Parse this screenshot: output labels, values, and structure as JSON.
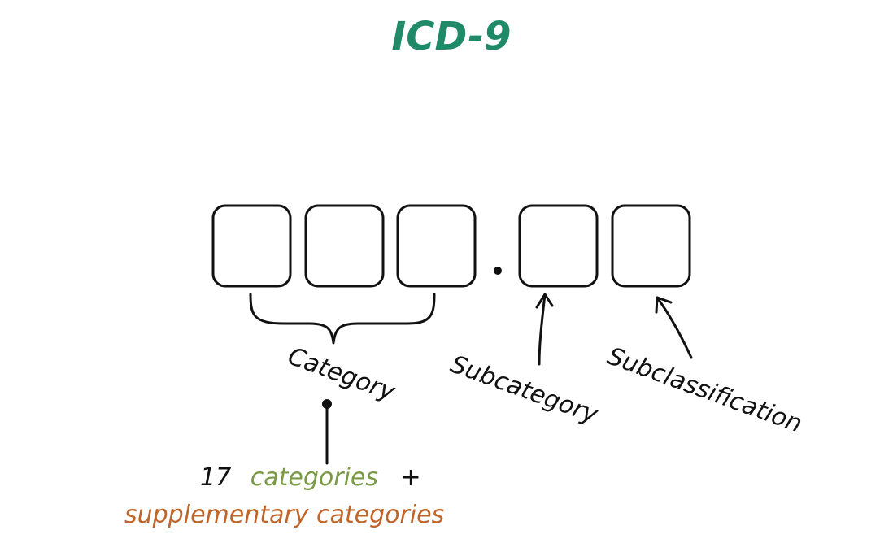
{
  "title": {
    "text": "ICD-9",
    "color": "#1e8a67"
  },
  "code_format": {
    "boxes": [
      {
        "role": "category-digit-1"
      },
      {
        "role": "category-digit-2"
      },
      {
        "role": "category-digit-3"
      },
      {
        "role": "subcategory-digit"
      },
      {
        "role": "subclassification-digit"
      }
    ],
    "separator": "decimal-point"
  },
  "labels": {
    "category": "Category",
    "subcategory": "Subcategory",
    "subclassification": "Subclassification"
  },
  "note": {
    "count": "17",
    "categories_word": "categories",
    "plus": "+",
    "supplementary": "supplementary categories"
  },
  "colors": {
    "ink": "#111111",
    "title": "#1e8a67",
    "categories_green": "#7a9a45",
    "supplementary_orange": "#c0652a"
  }
}
